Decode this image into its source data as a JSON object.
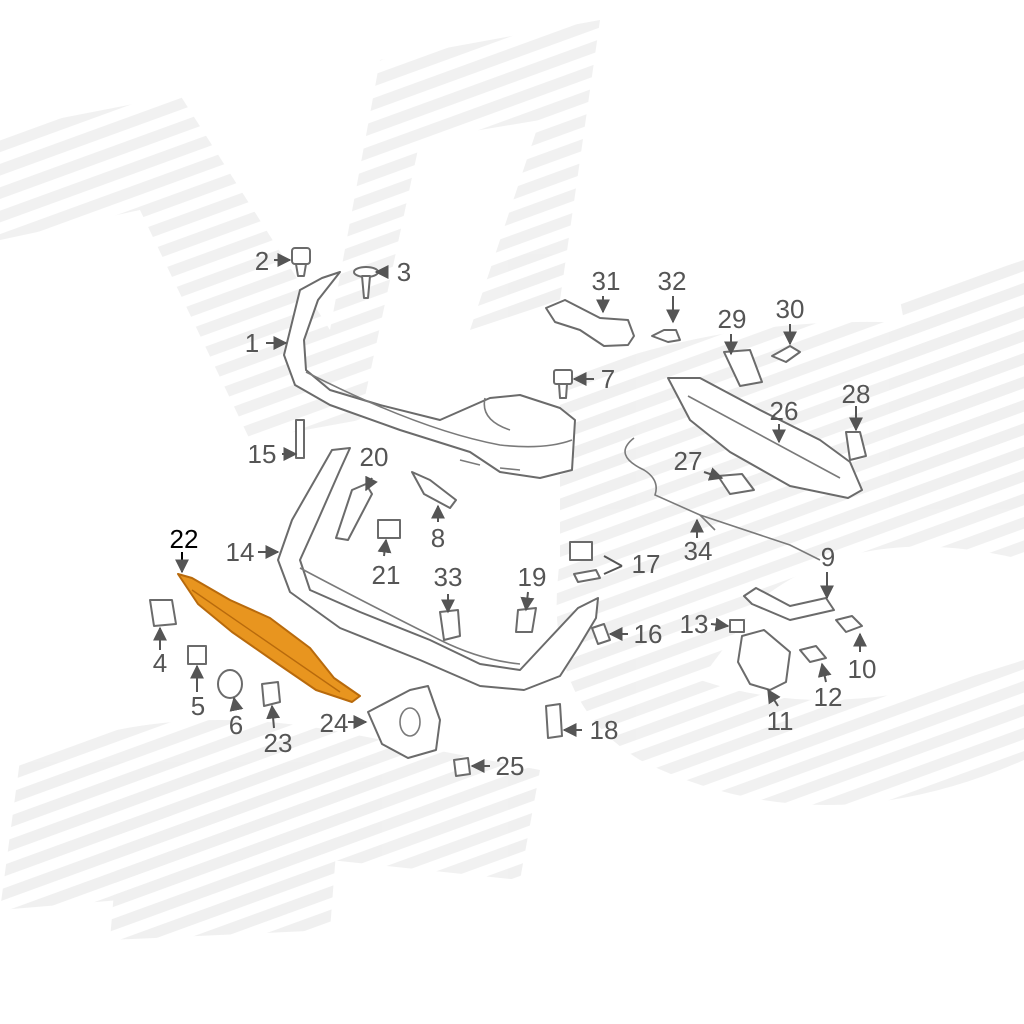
{
  "diagram": {
    "highlight_color": "#e8951f",
    "selected_callout": "22",
    "callouts": {
      "c1": "1",
      "c2": "2",
      "c3": "3",
      "c4": "4",
      "c5": "5",
      "c6": "6",
      "c7": "7",
      "c8": "8",
      "c9": "9",
      "c10": "10",
      "c11": "11",
      "c12": "12",
      "c13": "13",
      "c14": "14",
      "c15": "15",
      "c16": "16",
      "c17": "17",
      "c18": "18",
      "c19": "19",
      "c20": "20",
      "c21": "21",
      "c22": "22",
      "c23": "23",
      "c24": "24",
      "c25": "25",
      "c26": "26",
      "c27": "27",
      "c28": "28",
      "c29": "29",
      "c30": "30",
      "c31": "31",
      "c32": "32",
      "c33": "33",
      "c34": "34"
    }
  }
}
